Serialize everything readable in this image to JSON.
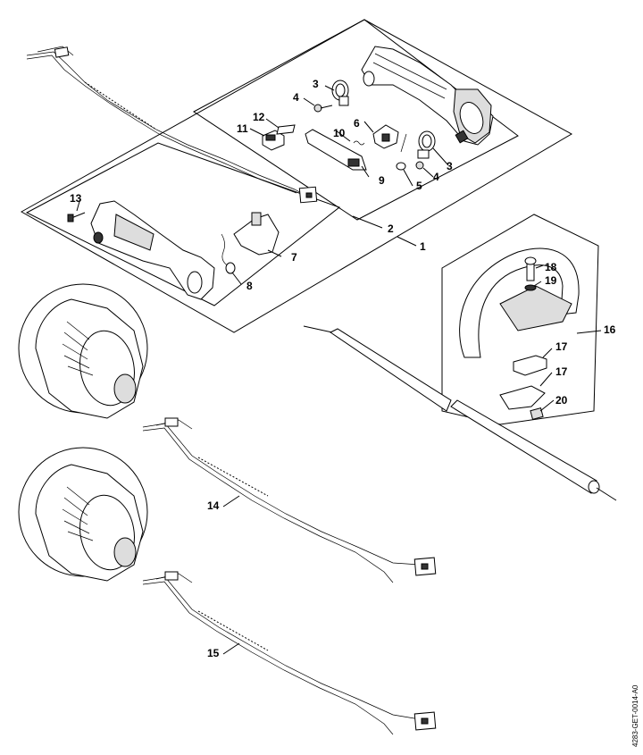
{
  "diagram": {
    "callouts": [
      "1",
      "2",
      "3",
      "3",
      "4",
      "4",
      "5",
      "6",
      "7",
      "8",
      "9",
      "10",
      "11",
      "12",
      "13",
      "14",
      "15",
      "16",
      "17",
      "17",
      "18",
      "19",
      "20"
    ],
    "drawing_code": "4283-GET-0014-A0"
  }
}
